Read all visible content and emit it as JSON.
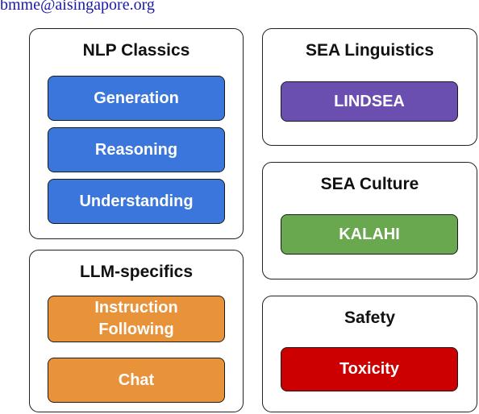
{
  "header": {
    "email_fragment": "bmme@aisingapore.org"
  },
  "groups": {
    "nlp_classics": {
      "title": "NLP Classics",
      "items": [
        "Generation",
        "Reasoning",
        "Understanding"
      ]
    },
    "llm_specifics": {
      "title": "LLM-specifics",
      "items": [
        "Instruction Following",
        "Chat"
      ]
    },
    "sea_linguistics": {
      "title": "SEA Linguistics",
      "items": [
        "LINDSEA"
      ]
    },
    "sea_culture": {
      "title": "SEA Culture",
      "items": [
        "KALAHI"
      ]
    },
    "safety": {
      "title": "Safety",
      "items": [
        "Toxicity"
      ]
    }
  },
  "colors": {
    "nlp_classics": "#3a76dc",
    "llm_specifics": "#e8923a",
    "sea_linguistics": "#6b4fb0",
    "sea_culture": "#6aa84f",
    "safety": "#cc0000",
    "email_text": "#1a1aa6"
  }
}
